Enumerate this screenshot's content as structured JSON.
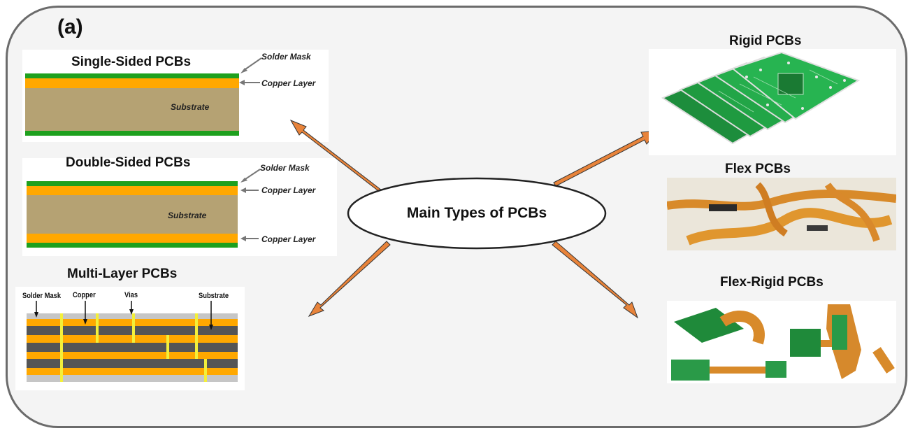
{
  "panel_label": "(a)",
  "center": {
    "label": "Main Types of PCBs"
  },
  "single_sided": {
    "title": "Single-Sided PCBs",
    "solder_mask": "Solder Mask",
    "copper_layer": "Copper Layer",
    "substrate": "Substrate"
  },
  "double_sided": {
    "title": "Double-Sided PCBs",
    "solder_mask": "Solder Mask",
    "copper_layer_top": "Copper Layer",
    "substrate": "Substrate",
    "copper_layer_bottom": "Copper Layer"
  },
  "multi_layer": {
    "title": "Multi-Layer PCBs",
    "solder_mask": "Solder Mask",
    "copper": "Copper",
    "vias": "Vias",
    "substrate": "Substrate"
  },
  "rigid": {
    "title": "Rigid PCBs"
  },
  "flex": {
    "title": "Flex PCBs"
  },
  "flex_rigid": {
    "title": "Flex-Rigid PCBs"
  },
  "colors": {
    "solder_mask": "#1ea01e",
    "copper": "#ffa800",
    "substrate": "#b5a273",
    "arrow": "#e8833a",
    "multi_dark": "#555555",
    "via": "#f3ef3a"
  }
}
